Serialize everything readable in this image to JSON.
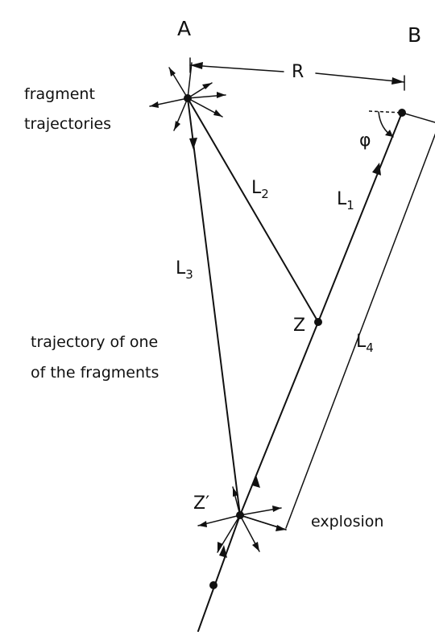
{
  "labels": {
    "point_a": "A",
    "point_b": "B",
    "distance_r": "R",
    "angle_phi": "φ",
    "leg1_main": "L",
    "leg1_sub": "1",
    "leg2_main": "L",
    "leg2_sub": "2",
    "leg3_main": "L",
    "leg3_sub": "3",
    "leg4_main": "L",
    "leg4_sub": "4",
    "point_z": "Z",
    "point_z_prime": "Z′",
    "fragment_line1": "fragment",
    "fragment_line2": "trajectories",
    "trajectory_line1": "trajectory of one",
    "trajectory_line2": "of the fragments",
    "explosion": "explosion"
  },
  "colors": {
    "ink": "#111111",
    "background": "#ffffff"
  }
}
